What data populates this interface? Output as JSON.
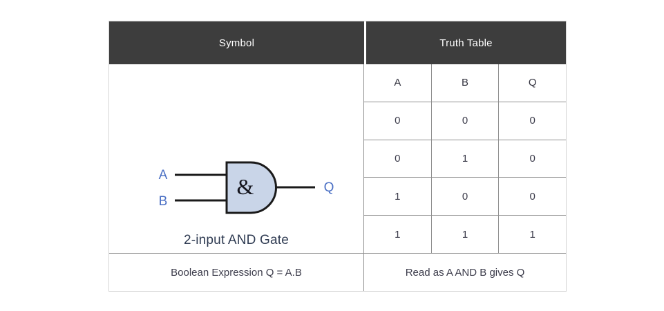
{
  "card": {
    "header": {
      "symbol_label": "Symbol",
      "truth_table_label": "Truth Table"
    },
    "symbol_pane": {
      "input_a_label": "A",
      "input_b_label": "B",
      "output_label": "Q",
      "gate_glyph": "&",
      "caption": "2-input AND Gate",
      "gate_fill_color": "#c9d5e8",
      "gate_stroke_color": "#1a1a1a",
      "pin_label_color": "#4a6fc4",
      "caption_color": "#2f3b52"
    },
    "truth_table": {
      "columns": [
        "A",
        "B",
        "Q"
      ],
      "rows": [
        [
          "0",
          "0",
          "0"
        ],
        [
          "0",
          "1",
          "0"
        ],
        [
          "1",
          "0",
          "0"
        ],
        [
          "1",
          "1",
          "1"
        ]
      ]
    },
    "footer": {
      "boolean_expression": "Boolean Expression Q = A.B",
      "read_as": "Read as A AND B gives Q"
    },
    "colors": {
      "header_background": "#3d3d3d",
      "header_text": "#ffffff",
      "grid_line": "#8f8f8f",
      "outer_border": "#d6d6d6",
      "body_text": "#3b3b4a",
      "page_background": "#ffffff"
    }
  }
}
